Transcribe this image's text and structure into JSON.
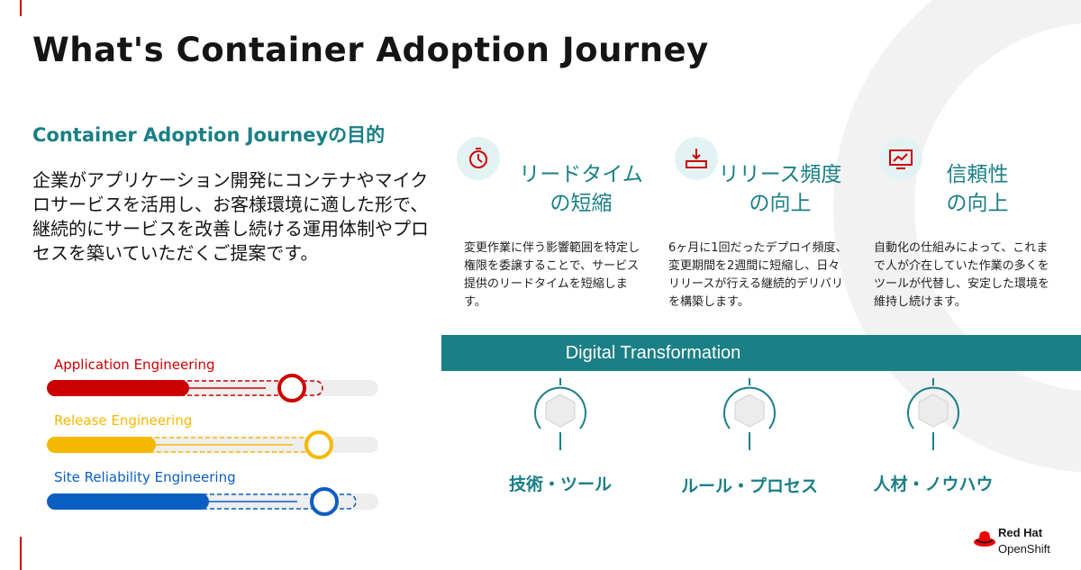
{
  "slide": {
    "title": "What's Container Adoption Journey",
    "subtitle": "Container Adoption Journeyの目的",
    "intro": "企業がアプリケーション開発にコンテナやマイクロサービスを活用し、お客様環境に適した形で、継続的にサービスを改善し続ける運用体制やプロセスを築いていただくご提案です。"
  },
  "goals": [
    {
      "icon": "stopwatch-icon",
      "title_line1": "リードタイム",
      "title_line2": "の短縮",
      "description": "変更作業に伴う影響範囲を特定し権限を委譲することで、サービス提供のリードタイムを短縮します。"
    },
    {
      "icon": "deploy-tray-icon",
      "title_line1": "リリース頻度",
      "title_line2": "の向上",
      "description": "6ヶ月に1回だったデプロイ頻度、変更期間を2週間に短縮し、日々リリースが行える継続的デリバリを構築します。"
    },
    {
      "icon": "monitor-chart-icon",
      "title_line1": "信頼性",
      "title_line2": "の向上",
      "description": "自動化の仕組みによって、これまで人が介在していた作業の多くをツールが代替し、安定した環境を維持し続けます。"
    }
  ],
  "transformation": {
    "label": "Digital Transformation",
    "pillars": [
      {
        "label": "技術・ツール"
      },
      {
        "label": "ルール・プロセス"
      },
      {
        "label": "人材・ノウハウ"
      }
    ]
  },
  "engineering": [
    {
      "label": "Application Engineering",
      "color": "#cc0000",
      "progress": 0.43
    },
    {
      "label": "Release Engineering",
      "color": "#f5b800",
      "progress": 0.33
    },
    {
      "label": "Site Reliability Engineering",
      "color": "#0a5ec2",
      "progress": 0.49
    }
  ],
  "colors": {
    "teal": "#1a7f86",
    "red": "#cc0000",
    "icon_bg": "#e3f3f3"
  },
  "logo": {
    "brand": "Red Hat",
    "product": "OpenShift"
  }
}
